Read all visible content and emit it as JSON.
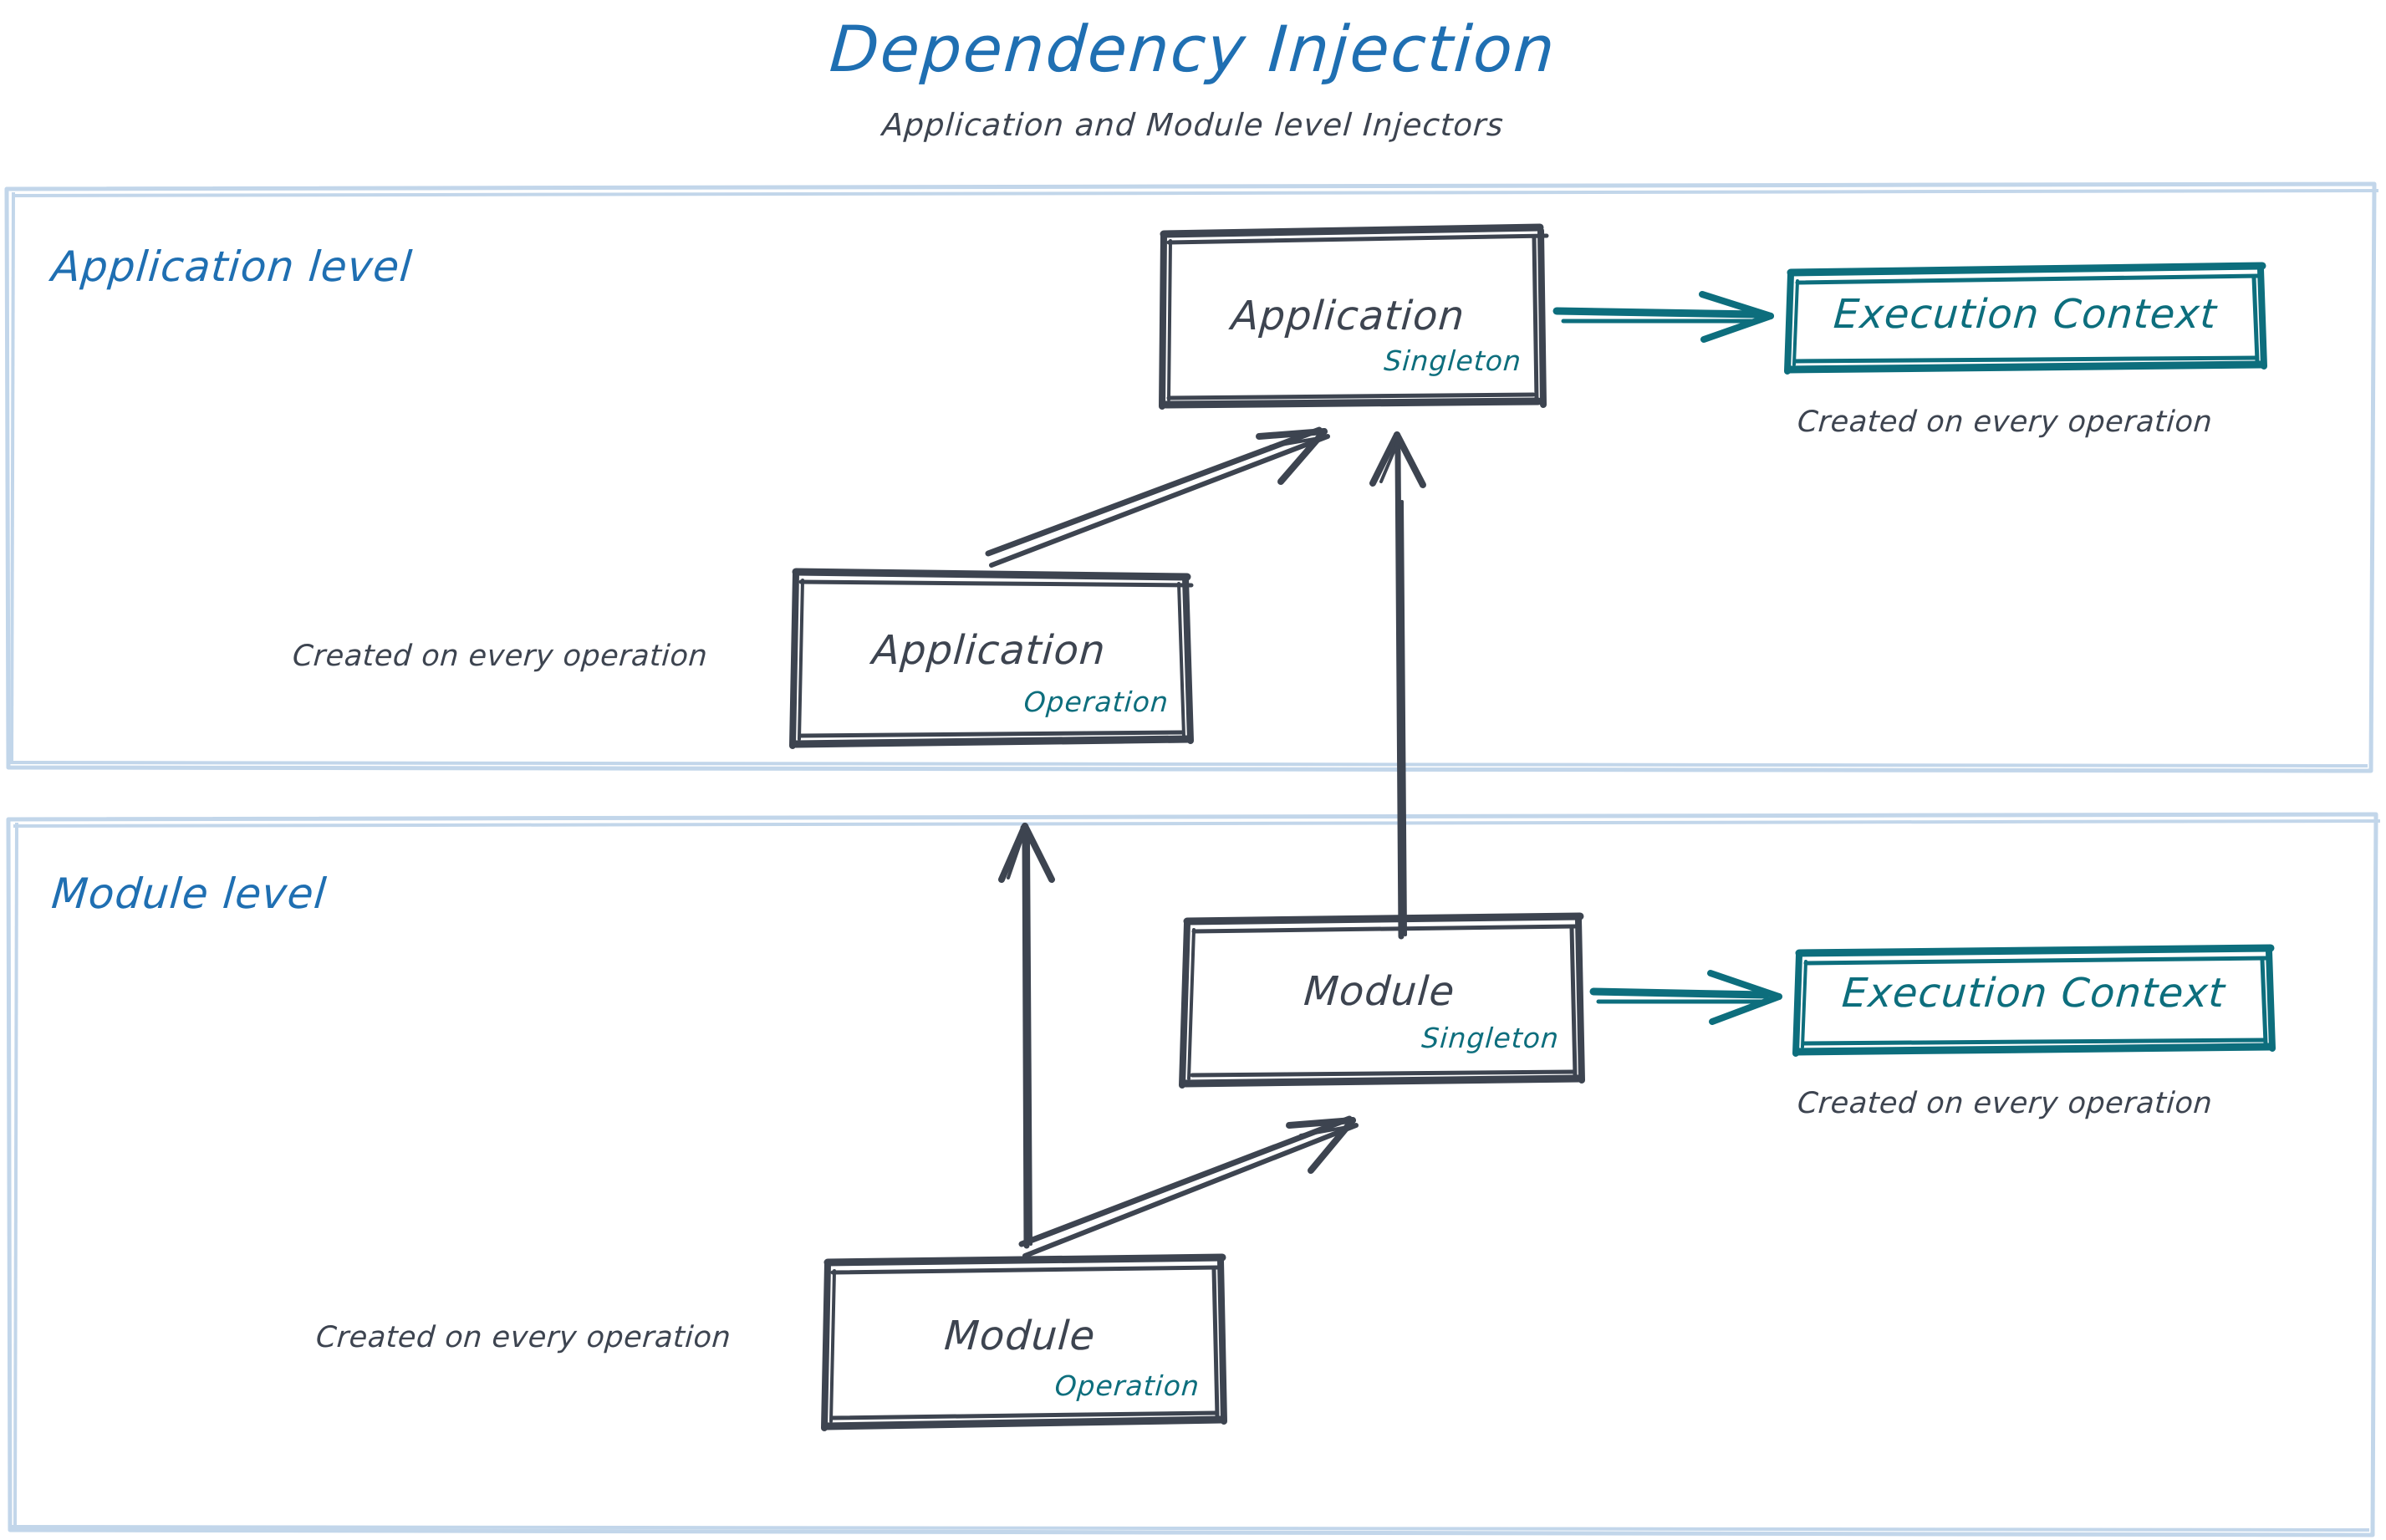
{
  "header": {
    "title": "Dependency Injection",
    "subtitle": "Application and Module level Injectors",
    "title_color": "#1f6fb2",
    "subtitle_color": "#3d4450"
  },
  "colors": {
    "accent_blue": "#1f6fb2",
    "container_border": "#b8d0e8",
    "box_stroke": "#3d4450",
    "teal": "#0d6e7d",
    "background": "#ffffff"
  },
  "levels": [
    {
      "id": "application-level",
      "label": "Application level",
      "boxes": [
        {
          "id": "application-singleton",
          "title": "Application",
          "scope": "Singleton",
          "scope_color": "#0d6e7d",
          "stroke": "#3d4450"
        },
        {
          "id": "application-operation",
          "title": "Application",
          "scope": "Operation",
          "scope_color": "#0d6e7d",
          "stroke": "#3d4450",
          "caption": "Created on every operation"
        },
        {
          "id": "execution-context-application",
          "title": "Execution Context",
          "stroke": "#0d6e7d",
          "caption": "Created on every operation"
        }
      ]
    },
    {
      "id": "module-level",
      "label": "Module level",
      "boxes": [
        {
          "id": "module-singleton",
          "title": "Module",
          "scope": "Singleton",
          "scope_color": "#0d6e7d",
          "stroke": "#3d4450"
        },
        {
          "id": "module-operation",
          "title": "Module",
          "scope": "Operation",
          "scope_color": "#0d6e7d",
          "stroke": "#3d4450",
          "caption": "Created on every operation"
        },
        {
          "id": "execution-context-module",
          "title": "Execution Context",
          "stroke": "#0d6e7d",
          "caption": "Created on every operation"
        }
      ]
    }
  ],
  "connections": [
    {
      "id": "app-singleton-to-ec",
      "from": "application-singleton",
      "to": "execution-context-application",
      "color": "#0d6e7d",
      "style": "arrow"
    },
    {
      "id": "app-operation-to-singleton",
      "from": "application-operation",
      "to": "application-singleton",
      "color": "#3d4450",
      "style": "arrow"
    },
    {
      "id": "module-singleton-to-app",
      "from": "module-singleton",
      "to": "application-singleton",
      "color": "#3d4450",
      "style": "arrow"
    },
    {
      "id": "module-operation-to-app",
      "from": "module-operation",
      "to": "application-level",
      "color": "#3d4450",
      "style": "arrow"
    },
    {
      "id": "module-singleton-to-ec",
      "from": "module-singleton",
      "to": "execution-context-module",
      "color": "#0d6e7d",
      "style": "arrow"
    },
    {
      "id": "module-operation-to-singleton",
      "from": "module-operation",
      "to": "module-singleton",
      "color": "#3d4450",
      "style": "arrow"
    }
  ]
}
